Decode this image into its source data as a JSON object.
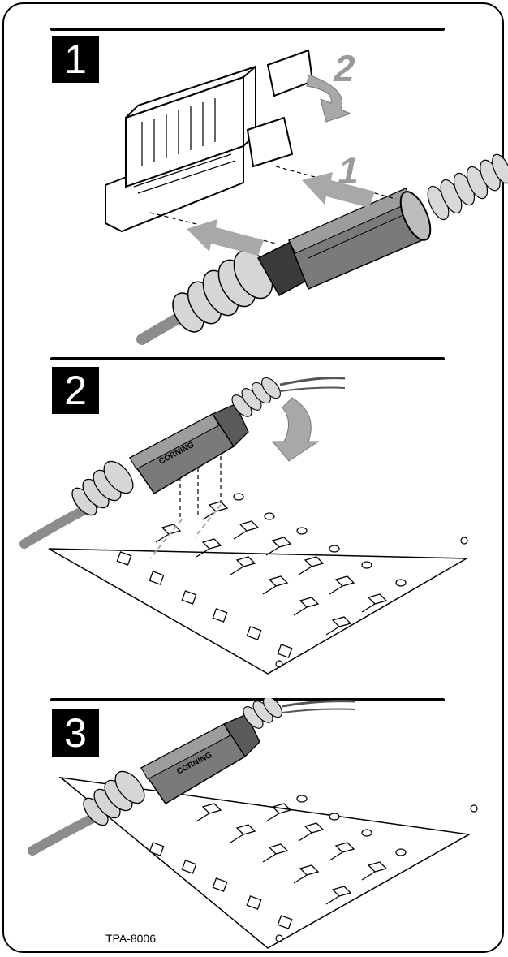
{
  "steps": [
    {
      "number": "1",
      "arrow_labels": [
        "2",
        "1"
      ]
    },
    {
      "number": "2",
      "connector_brand": "CORNING"
    },
    {
      "number": "3",
      "connector_brand": "CORNING"
    }
  ],
  "footer": {
    "code": "TPA-8006"
  },
  "colors": {
    "ink": "#000000",
    "arrow_gray": "#9a9a9a",
    "connector_body": "#7a7a7a",
    "cable": "#8c8c8c"
  }
}
